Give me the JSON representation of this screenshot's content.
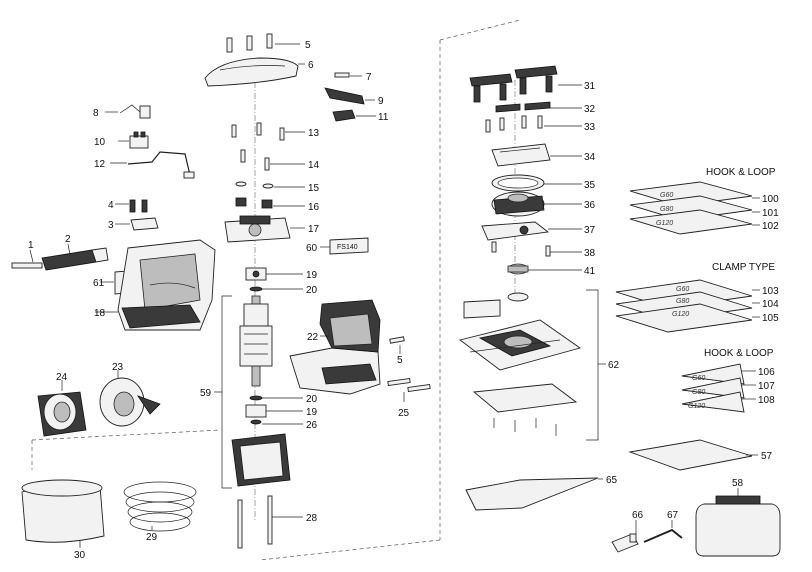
{
  "headers": {
    "hook_loop_sheets": "HOOK & LOOP",
    "clamp_type": "CLAMP TYPE",
    "hook_loop_triangles": "HOOK & LOOP"
  },
  "sheet_grits": {
    "hook_loop": [
      "G60",
      "G80",
      "G120"
    ],
    "clamp": [
      "G60",
      "G80",
      "G120"
    ],
    "triangles": [
      "G60",
      "G80",
      "G120"
    ]
  },
  "label_fs": "FS140",
  "parts": [
    {
      "id": "p1",
      "num": "1"
    },
    {
      "id": "p2",
      "num": "2"
    },
    {
      "id": "p3",
      "num": "3"
    },
    {
      "id": "p4",
      "num": "4"
    },
    {
      "id": "p5a",
      "num": "5"
    },
    {
      "id": "p5b",
      "num": "5"
    },
    {
      "id": "p6",
      "num": "6"
    },
    {
      "id": "p7",
      "num": "7"
    },
    {
      "id": "p8",
      "num": "8"
    },
    {
      "id": "p9",
      "num": "9"
    },
    {
      "id": "p10",
      "num": "10"
    },
    {
      "id": "p11",
      "num": "11"
    },
    {
      "id": "p12",
      "num": "12"
    },
    {
      "id": "p13",
      "num": "13"
    },
    {
      "id": "p14",
      "num": "14"
    },
    {
      "id": "p15",
      "num": "15"
    },
    {
      "id": "p16",
      "num": "16"
    },
    {
      "id": "p17",
      "num": "17"
    },
    {
      "id": "p18",
      "num": "18"
    },
    {
      "id": "p19a",
      "num": "19"
    },
    {
      "id": "p19b",
      "num": "19"
    },
    {
      "id": "p20a",
      "num": "20"
    },
    {
      "id": "p20b",
      "num": "20"
    },
    {
      "id": "p22",
      "num": "22"
    },
    {
      "id": "p23",
      "num": "23"
    },
    {
      "id": "p24",
      "num": "24"
    },
    {
      "id": "p25",
      "num": "25"
    },
    {
      "id": "p26",
      "num": "26"
    },
    {
      "id": "p28",
      "num": "28"
    },
    {
      "id": "p29",
      "num": "29"
    },
    {
      "id": "p30",
      "num": "30"
    },
    {
      "id": "p31",
      "num": "31"
    },
    {
      "id": "p32",
      "num": "32"
    },
    {
      "id": "p33",
      "num": "33"
    },
    {
      "id": "p34",
      "num": "34"
    },
    {
      "id": "p35",
      "num": "35"
    },
    {
      "id": "p36",
      "num": "36"
    },
    {
      "id": "p37",
      "num": "37"
    },
    {
      "id": "p38",
      "num": "38"
    },
    {
      "id": "p41",
      "num": "41"
    },
    {
      "id": "p57",
      "num": "57"
    },
    {
      "id": "p58",
      "num": "58"
    },
    {
      "id": "p59",
      "num": "59"
    },
    {
      "id": "p60",
      "num": "60"
    },
    {
      "id": "p61",
      "num": "61"
    },
    {
      "id": "p62",
      "num": "62"
    },
    {
      "id": "p65",
      "num": "65"
    },
    {
      "id": "p66",
      "num": "66"
    },
    {
      "id": "p67",
      "num": "67"
    },
    {
      "id": "p100",
      "num": "100"
    },
    {
      "id": "p101",
      "num": "101"
    },
    {
      "id": "p102",
      "num": "102"
    },
    {
      "id": "p103",
      "num": "103"
    },
    {
      "id": "p104",
      "num": "104"
    },
    {
      "id": "p105",
      "num": "105"
    },
    {
      "id": "p106",
      "num": "106"
    },
    {
      "id": "p107",
      "num": "107"
    },
    {
      "id": "p108",
      "num": "108"
    }
  ]
}
